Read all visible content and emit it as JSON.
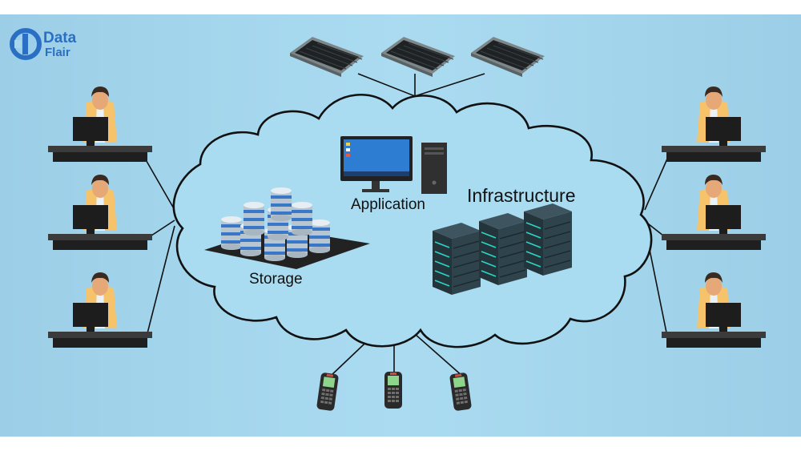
{
  "labels": {
    "application": "Application",
    "infrastructure": "Infrastructure",
    "storage": "Storage"
  },
  "logo": {
    "line1": "Data",
    "line2": "Flair"
  },
  "colors": {
    "background": "#a7d7ef",
    "cloud_fill": "#a9dcf1",
    "outline": "#111111",
    "desk": "#3b3b3b",
    "server": "#2e3d44",
    "server_accent": "#2fd4c7",
    "storage_drum": "#c9d6df",
    "storage_band": "#3a78c7",
    "brand": "#2a6fc4"
  },
  "icons": [
    "person-at-computer-icon",
    "tablet-icon",
    "barcode-scanner-icon",
    "desktop-computer-icon",
    "server-rack-icon",
    "database-icon"
  ]
}
